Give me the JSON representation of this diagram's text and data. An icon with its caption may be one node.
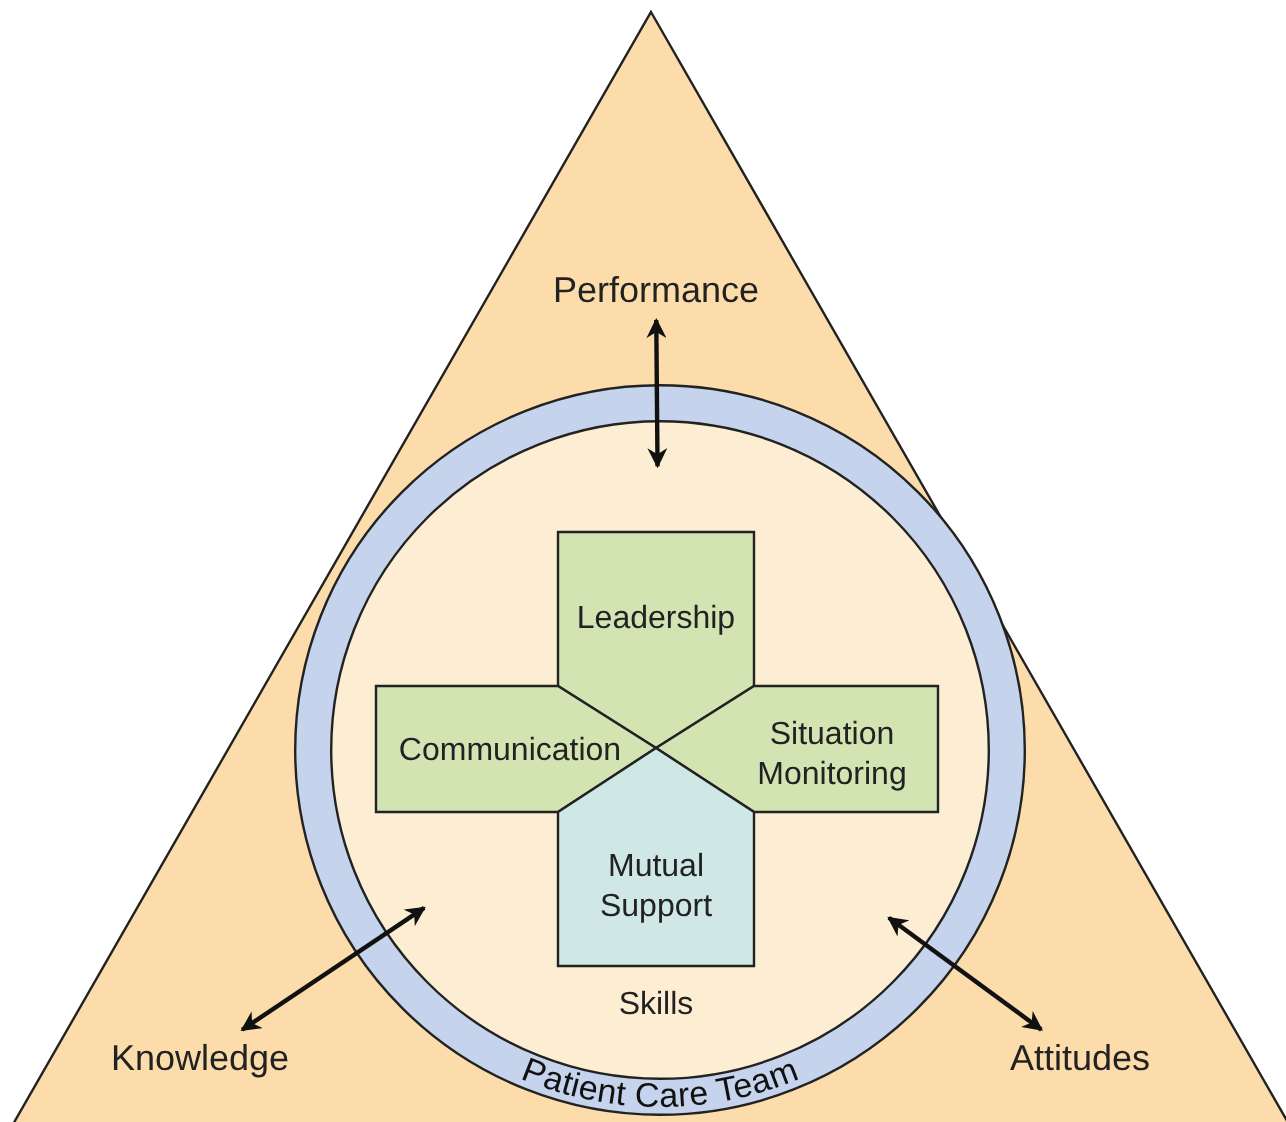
{
  "diagram": {
    "nodes": [
      {
        "text": [],
        "shape": "triangle"
      },
      {
        "text": [
          "Performance"
        ],
        "in": 0
      },
      {
        "text": [
          "Knowledge"
        ],
        "in": 0
      },
      {
        "text": [
          "Attitudes"
        ],
        "in": 0
      },
      {
        "text": [
          "Patient Care Team"
        ],
        "in": 0
      },
      {
        "text": [
          "Skills"
        ],
        "in": 4
      },
      {
        "text": [
          "Leadership"
        ],
        "in": 5
      },
      {
        "text": [
          "Communication"
        ],
        "in": 5
      },
      {
        "text": [
          "Situation Monitoring"
        ],
        "in": 5
      },
      {
        "text": [
          "Mutual Support"
        ],
        "in": 5
      }
    ],
    "edges": [
      {
        "from": 1,
        "to": 5,
        "arrow": "both"
      },
      {
        "from": 2,
        "to": 5,
        "arrow": "both"
      },
      {
        "from": 3,
        "to": 5,
        "arrow": "both"
      }
    ]
  }
}
